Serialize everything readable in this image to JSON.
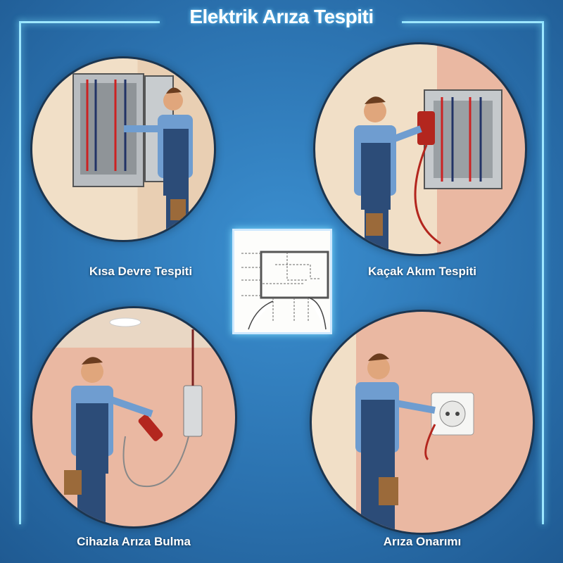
{
  "title": "Elektrik Arıza Tespiti",
  "panels": [
    {
      "label": "Kısa Devre Tespiti",
      "icon": "electrician-panel-illustration"
    },
    {
      "label": "Kaçak Akım Tespiti",
      "icon": "electrician-multimeter-illustration"
    },
    {
      "label": "Cihazla Arıza Bulma",
      "icon": "electrician-tester-illustration"
    },
    {
      "label": "Arıza Onarımı",
      "icon": "electrician-socket-illustration"
    }
  ],
  "diagram": {
    "icon": "floor-plan-wiring-diagram"
  },
  "colors": {
    "background": "#2a70ad",
    "frame": "#ffffff",
    "glow": "#7fe0ff"
  }
}
